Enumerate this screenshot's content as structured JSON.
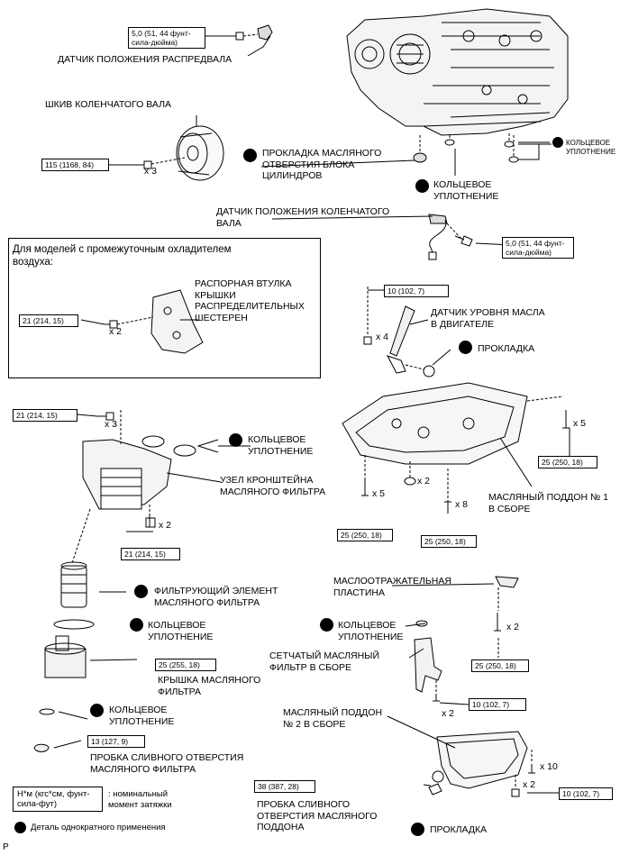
{
  "labels": {
    "camshaft_sensor": "ДАТЧИК ПОЛОЖЕНИЯ РАСПРЕДВАЛА",
    "crank_pulley": "ШКИВ КОЛЕНЧАТОГО ВАЛА",
    "block_gasket": "ПРОКЛАДКА МАСЛЯНОГО\nОТВЕРСТИЯ БЛОКА\nЦИЛИНДРОВ",
    "oring_block": "КОЛЬЦЕВОЕ\nУПЛОТНЕНИЕ",
    "oring_block_small": "КОЛЬЦЕВОЕ\nУПЛОТНЕНИЕ",
    "crank_sensor": "ДАТЧИК ПОЛОЖЕНИЯ КОЛЕНЧАТОГО\nВАЛА",
    "intercooler_note": "Для моделей с промежуточным охладителем\nвоздуха:",
    "spacer": "РАСПОРНАЯ ВТУЛКА\nКРЫШКИ\nРАСПРЕДЕЛИТЕЛЬНЫХ\nШЕСТЕРЕН",
    "oil_level_sensor": "ДАТЧИК УРОВНЯ МАСЛА\nВ ДВИГАТЕЛЕ",
    "gasket_sensor": "ПРОКЛАДКА",
    "oring_bracket": "КОЛЬЦЕВОЕ\nУПЛОТНЕНИЕ",
    "filter_bracket": "УЗЕЛ КРОНШТЕЙНА\nМАСЛЯНОГО ФИЛЬТРА",
    "oil_pan1": "МАСЛЯНЫЙ ПОДДОН № 1\nВ СБОРЕ",
    "filter_element": "ФИЛЬТРУЮЩИЙ ЭЛЕМЕНТ\nМАСЛЯНОГО ФИЛЬТРА",
    "oring_filter": "КОЛЬЦЕВОЕ\nУПЛОТНЕНИЕ",
    "baffle": "МАСЛООТРАЖАТЕЛЬНАЯ\nПЛАСТИНА",
    "oring_strainer": "КОЛЬЦЕВОЕ\nУПЛОТНЕНИЕ",
    "strainer": "СЕТЧАТЫЙ МАСЛЯНЫЙ\nФИЛЬТР В СБОРЕ",
    "filter_cap": "КРЫШКА МАСЛЯНОГО\nФИЛЬТРА",
    "oring_cap": "КОЛЬЦЕВОЕ\nУПЛОТНЕНИЕ",
    "oil_pan2": "МАСЛЯНЫЙ ПОДДОН\n№ 2 В СБОРЕ",
    "drain_plug_filter": "ПРОБКА СЛИВНОГО ОТВЕРСТИЯ\nМАСЛЯНОГО ФИЛЬТРА",
    "drain_plug_pan": "ПРОБКА СЛИВНОГО\nОТВЕРСТИЯ МАСЛЯНОГО\nПОДДОНА",
    "gasket_pan": "ПРОКЛАДКА",
    "page_letter": "P"
  },
  "torques": {
    "t_cam": "5,0 (51, 44 фунт-\nсила-дюйма)",
    "t_pulley": "115 (1168, 84)",
    "t_crank_sensor": "5,0 (51, 44 фунт-\nсила-дюйма)",
    "t_spacer": "21 (214, 15)",
    "t_level_sensor": "10 (102, 7)",
    "t_bracket_top": "21 (214, 15)",
    "t_pan1_right": "25 (250, 18)",
    "t_pan1_left": "25 (250, 18)",
    "t_pan1_mid": "25 (250, 18)",
    "t_bracket_bottom": "21 (214, 15)",
    "t_baffle": "25 (250, 18)",
    "t_cap": "25 (255, 18)",
    "t_strainer": "10 (102, 7)",
    "t_drain_filter": "13 (127, 9)",
    "t_drain_pan": "38 (387, 28)",
    "t_pan2": "10 (102, 7)"
  },
  "multipliers": {
    "m_pulley": "x 3",
    "m_spacer": "x 2",
    "m_level": "x 4",
    "m_bracket_top": "x 3",
    "m_pan1_right": "x 5",
    "m_pan1_left": "x 5",
    "m_pan1_mid2": "x 2",
    "m_pan1_mid8": "x 8",
    "m_bracket_bottom": "x 2",
    "m_baffle": "x 2",
    "m_strainer": "x 2",
    "m_pan2_10": "x 10",
    "m_pan2_2": "x 2"
  },
  "legend": {
    "torque_unit": "Н*м (кгс*см, фунт-\nсила-фут)",
    "torque_desc": ": номинальный\nмомент затяжки",
    "single_use": "Деталь однократного применения"
  }
}
